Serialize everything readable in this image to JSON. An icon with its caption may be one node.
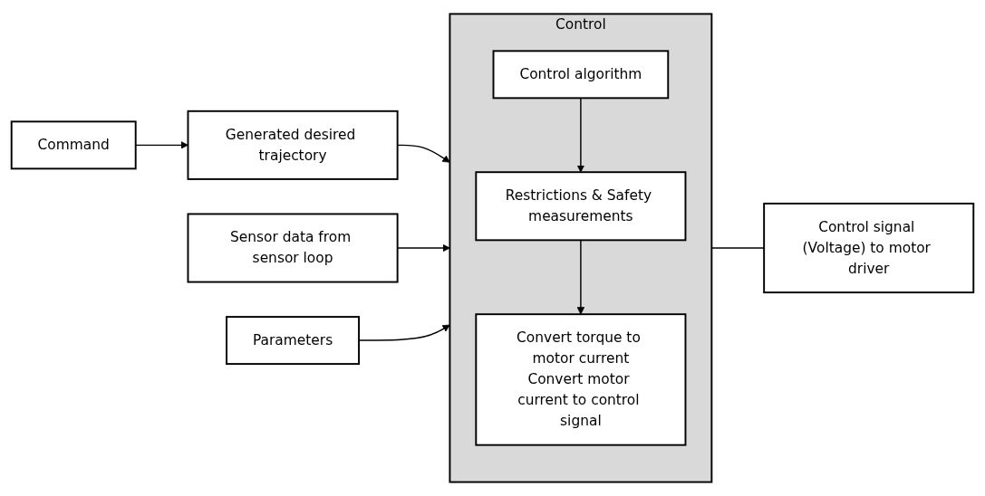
{
  "diagram": {
    "nodes": [
      {
        "text": [
          "Command"
        ]
      },
      {
        "text": [
          "Generated desired trajectory"
        ]
      },
      {
        "text": [
          "Control"
        ]
      },
      {
        "text": [
          "Control algorithm"
        ],
        "in": 2
      },
      {
        "text": [
          "Restrictions & Safety measurements"
        ],
        "in": 2
      },
      {
        "text": [
          "Convert torque to motor current",
          "Convert motor current to control signal"
        ],
        "in": 2
      },
      {
        "text": [
          "Control signal (Voltage) to motor driver"
        ]
      },
      {
        "text": [
          "Sensor data from sensor loop"
        ]
      },
      {
        "text": [
          "Parameters"
        ]
      }
    ],
    "edges": [
      {
        "from": 0,
        "to": 1,
        "arrow": "to"
      },
      {
        "from": 1,
        "to": 2,
        "arrow": "to"
      },
      {
        "from": 3,
        "to": 4,
        "arrow": "to"
      },
      {
        "from": 4,
        "to": 5,
        "arrow": "to"
      },
      {
        "from": 2,
        "to": 6,
        "arrow": "none"
      },
      {
        "from": 7,
        "to": 2,
        "arrow": "to"
      },
      {
        "from": 8,
        "to": 2,
        "arrow": "to"
      }
    ]
  }
}
